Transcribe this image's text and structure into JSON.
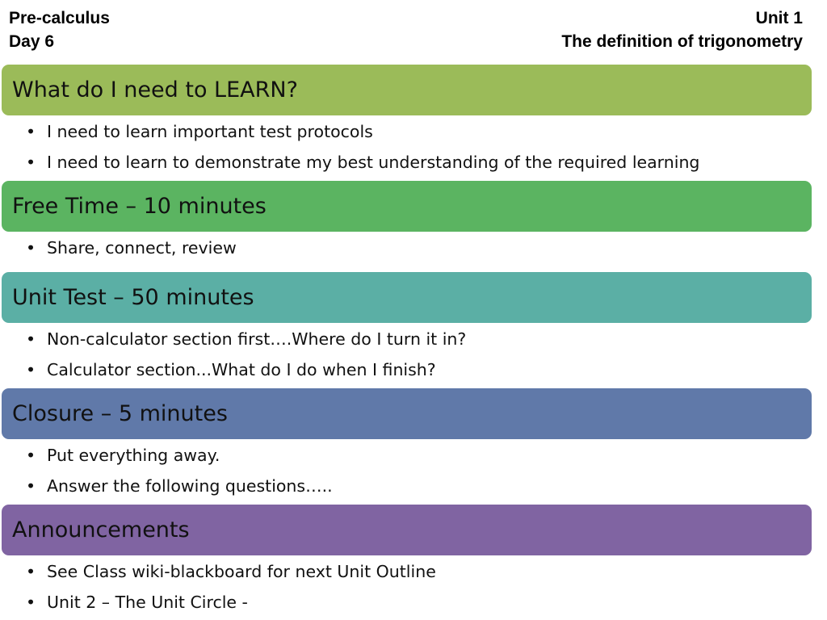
{
  "header": {
    "course": "Pre-calculus",
    "day": "Day 6",
    "unit": "Unit 1",
    "unit_title": "The definition of trigonometry"
  },
  "sections": [
    {
      "title": "What do I need to LEARN?",
      "color": "#9BBB59",
      "bullets": [
        "I need to learn important test protocols",
        "I need to learn to demonstrate my best understanding of the required learning"
      ]
    },
    {
      "title": "Free Time – 10 minutes",
      "color": "#5BB461",
      "bullets": [
        "Share, connect, review"
      ]
    },
    {
      "title": "Unit Test – 50 minutes",
      "color": "#5BAFA5",
      "bullets": [
        "Non-calculator section first….Where do I turn it in?",
        "Calculator section...What do I do when I finish?"
      ]
    },
    {
      "title": "Closure – 5 minutes",
      "color": "#6079A9",
      "bullets": [
        "Put everything away.",
        "Answer the following questions….."
      ]
    },
    {
      "title": "Announcements",
      "color": "#8064A2",
      "bullets": [
        "See Class wiki-blackboard for next Unit Outline",
        "Unit 2 – The Unit Circle -"
      ]
    }
  ]
}
